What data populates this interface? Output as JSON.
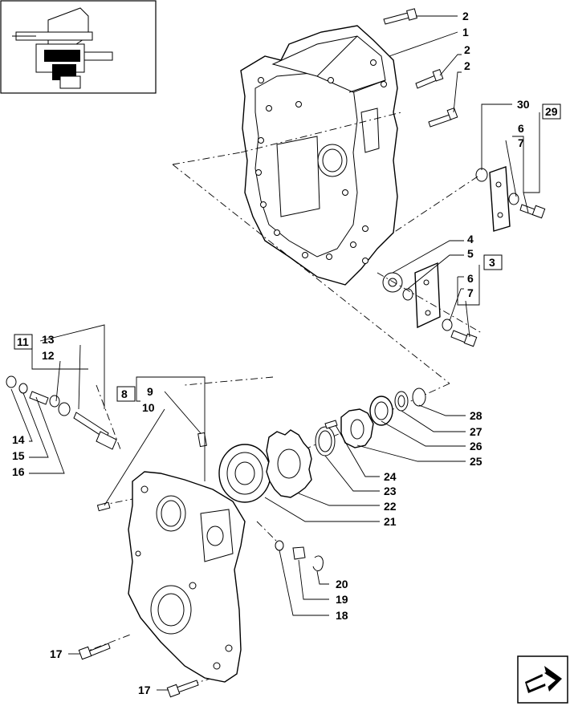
{
  "diagram": {
    "callouts": [
      "1",
      "2",
      "2",
      "2",
      "30",
      "29",
      "6",
      "7",
      "4",
      "5",
      "3",
      "6",
      "7",
      "11",
      "13",
      "12",
      "14",
      "15",
      "16",
      "8",
      "9",
      "10",
      "28",
      "27",
      "26",
      "25",
      "24",
      "23",
      "22",
      "21",
      "20",
      "19",
      "18",
      "17",
      "17"
    ]
  },
  "colors": {
    "line": "#000000",
    "background": "#ffffff"
  },
  "icons": {
    "thumbnail": "assembly-thumbnail",
    "navigation": "next-page-arrow-icon"
  }
}
